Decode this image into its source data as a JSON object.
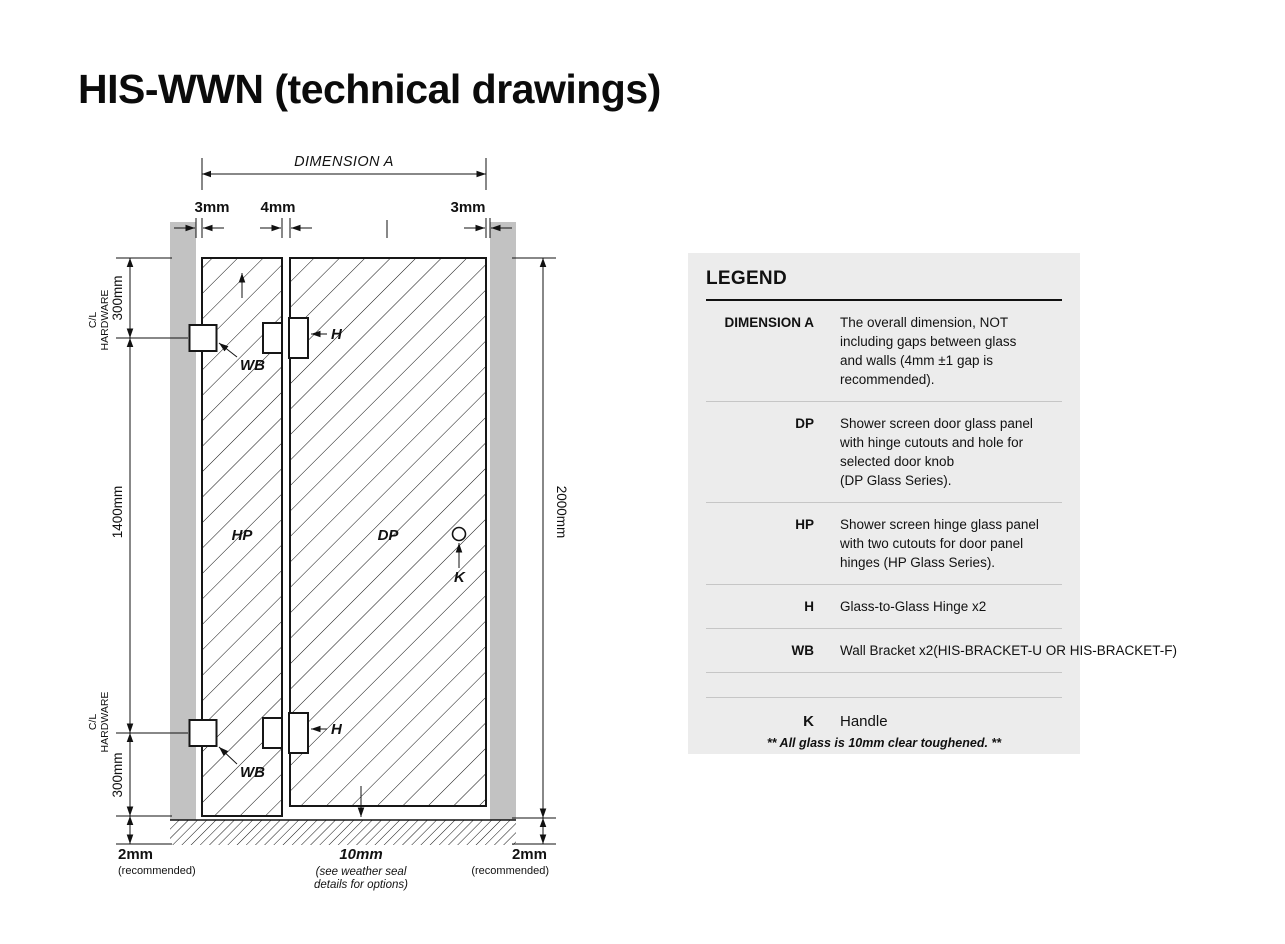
{
  "page": {
    "title": "HIS-WWN (technical drawings)"
  },
  "drawing": {
    "dimension_a": "DIMENSION A",
    "gap_left": "3mm",
    "gap_middle": "4mm",
    "gap_right": "3mm",
    "cl_line1": "C/L",
    "cl_line2": "HARDWARE",
    "dim_300_top": "300mm",
    "dim_1400": "1400mm",
    "dim_300_bottom": "300mm",
    "dim_2000": "2000mm",
    "hp_label": "HP",
    "dp_label": "DP",
    "wb_label": "WB",
    "h_label": "H",
    "k_label": "K",
    "bottom_left_value": "2mm",
    "bottom_left_note": "(recommended)",
    "bottom_center_value": "10mm",
    "bottom_center_note1": "(see weather seal",
    "bottom_center_note2": "details for options)",
    "bottom_right_value": "2mm",
    "bottom_right_note": "(recommended)"
  },
  "legend": {
    "title": "LEGEND",
    "rows": [
      {
        "term": "DIMENSION A",
        "desc": "The overall dimension, NOT\nincluding gaps between glass\nand walls (4mm ±1 gap is\nrecommended)."
      },
      {
        "term": "DP",
        "desc": "Shower screen door glass panel\nwith hinge cutouts and hole for\nselected door knob\n(DP Glass Series)."
      },
      {
        "term": "HP",
        "desc": "Shower screen hinge glass panel\nwith two cutouts for door panel\nhinges (HP Glass Series)."
      },
      {
        "term": "H",
        "desc": "Glass-to-Glass Hinge x2"
      },
      {
        "term": "WB",
        "desc": "Wall Bracket x2(HIS-BRACKET-U OR HIS-BRACKET-F)"
      },
      {
        "term": "K",
        "desc": "Handle"
      }
    ],
    "footnote": "** All glass is 10mm clear toughened. **"
  },
  "colors": {
    "wall": "#c2c2c2",
    "legend_background": "#ececec",
    "glass_hatch": "#d9d9d9",
    "floor_hatch": "#8d8d8d",
    "ink": "#111111"
  }
}
